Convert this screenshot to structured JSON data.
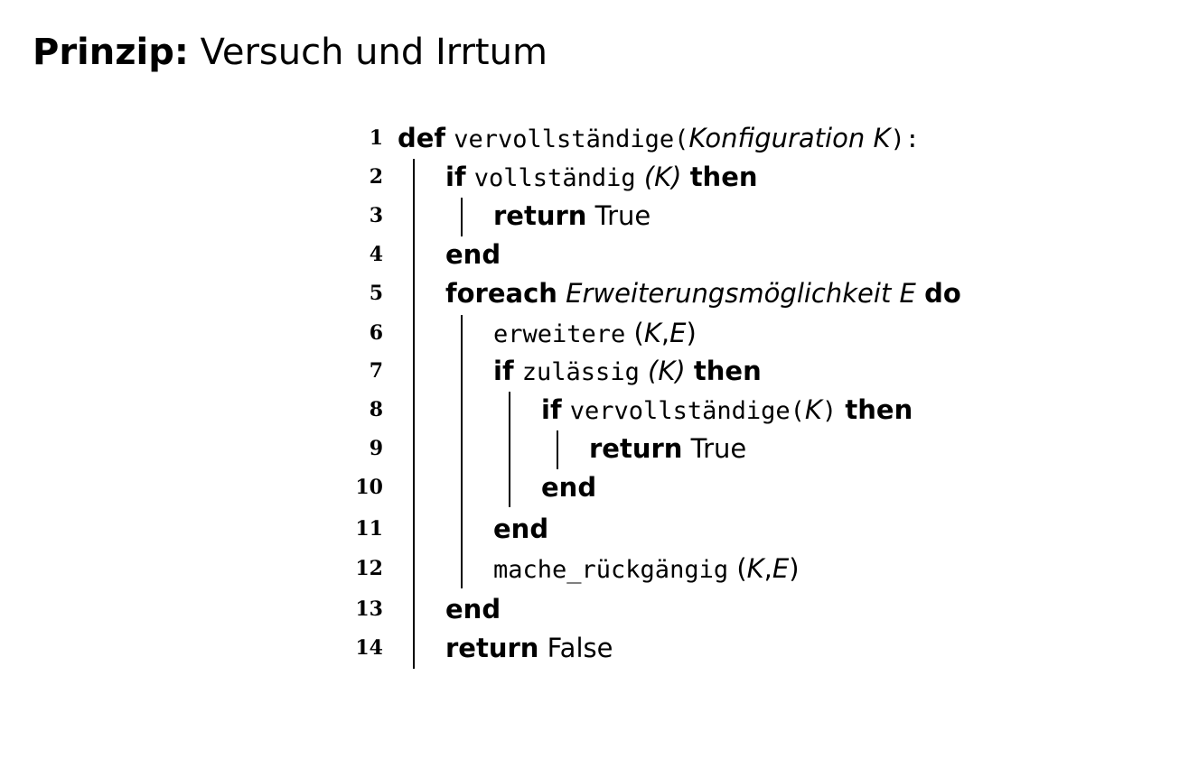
{
  "title": {
    "lead": "Prinzip:",
    "rest": "Versuch und Irrtum"
  },
  "algorithm": {
    "lines": [
      {
        "n": "1",
        "t": {
          "kw1": "def",
          "fn": "vervollständige(",
          "arg": "Konfiguration K",
          "close": "):"
        }
      },
      {
        "n": "2",
        "t": {
          "kw1": "if",
          "fn": "vollständig",
          "arg": "(K)",
          "kw2": "then"
        }
      },
      {
        "n": "3",
        "t": {
          "kw1": "return",
          "val": "True"
        }
      },
      {
        "n": "4",
        "t": {
          "kw1": "end"
        }
      },
      {
        "n": "5",
        "t": {
          "kw1": "foreach",
          "arg": "Erweiterungsmöglichkeit E",
          "kw2": "do"
        }
      },
      {
        "n": "6",
        "t": {
          "fn": "erweitere",
          "open": "(",
          "arg": "K",
          "sep": ",",
          "arg2": "E",
          "close": ")"
        }
      },
      {
        "n": "7",
        "t": {
          "kw1": "if",
          "fn": "zulässig",
          "arg": "(K)",
          "kw2": "then"
        }
      },
      {
        "n": "8",
        "t": {
          "kw1": "if",
          "fn": "vervollständige(",
          "arg": "K",
          "close": ")",
          "kw2": "then"
        }
      },
      {
        "n": "9",
        "t": {
          "kw1": "return",
          "val": "True"
        }
      },
      {
        "n": "10",
        "t": {
          "kw1": "end"
        }
      },
      {
        "n": "11",
        "t": {
          "kw1": "end"
        }
      },
      {
        "n": "12",
        "t": {
          "fn": "mache_rückgängig",
          "open": "(",
          "arg": "K",
          "sep": ",",
          "arg2": "E",
          "close": ")"
        }
      },
      {
        "n": "13",
        "t": {
          "kw1": "end"
        }
      },
      {
        "n": "14",
        "t": {
          "kw1": "return",
          "val": "False"
        }
      }
    ]
  }
}
